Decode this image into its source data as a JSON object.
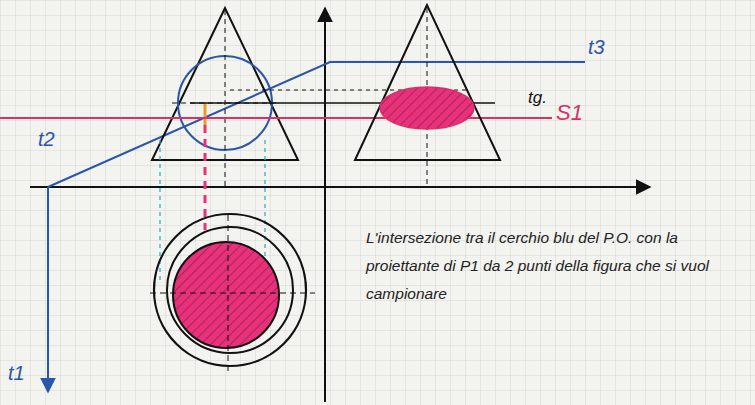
{
  "diagram": {
    "labels": [
      "t3",
      "tg.",
      "S1",
      "t2",
      "t1",
      "L'intersezione tra il cerchio blu del P.O. con la proiettante di P1 da 2 punti della figura che si vuol campionare"
    ]
  }
}
